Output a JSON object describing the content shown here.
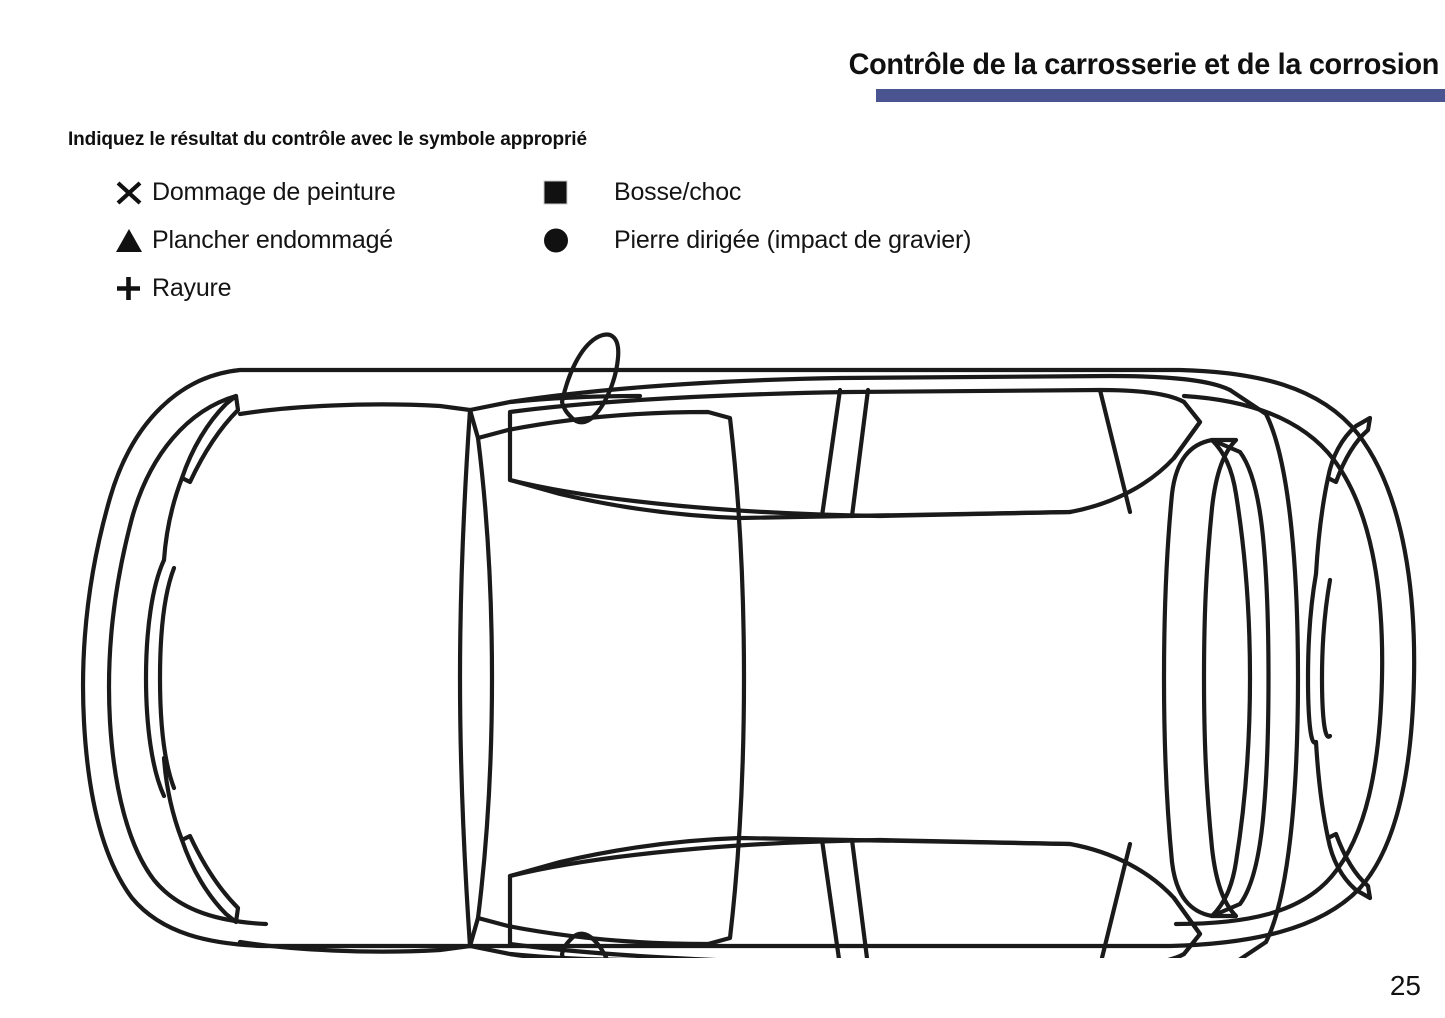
{
  "header": {
    "title": "Contrôle de la carrosserie et de la corrosion",
    "rule_color": "#4a5490"
  },
  "instruction": "Indiquez le résultat du contrôle avec le symbole approprié",
  "legend": {
    "rows": [
      {
        "left": {
          "symbol": "x-mark-icon",
          "label": "Dommage de peinture"
        },
        "right": {
          "symbol": "filled-square-icon",
          "label": "Bosse/choc"
        }
      },
      {
        "left": {
          "symbol": "filled-triangle-icon",
          "label": "Plancher endommagé"
        },
        "right": {
          "symbol": "filled-circle-icon",
          "label": "Pierre dirigée (impact de gravier)"
        }
      },
      {
        "left": {
          "symbol": "plus-mark-icon",
          "label": "Rayure"
        },
        "right": {
          "symbol": "",
          "label": ""
        }
      }
    ]
  },
  "diagram": {
    "name": "car-top-view-diagram",
    "description": "Vue de dessus de la carrosserie",
    "stroke_color": "#1a1a1a"
  },
  "footer": {
    "page_number": "25"
  }
}
